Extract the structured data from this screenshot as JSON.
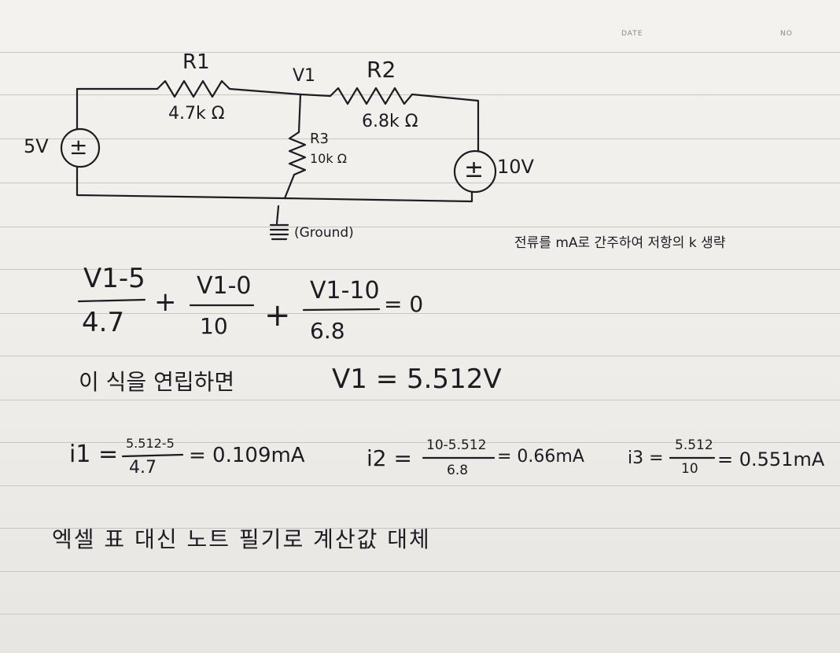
{
  "header": {
    "date_label": "DATE",
    "no_label": "NO"
  },
  "circuit": {
    "r1_label": "R1",
    "r1_value": "4.7k Ω",
    "node_label": "V1",
    "r2_label": "R2",
    "r2_value": "6.8k Ω",
    "r3_label": "R3",
    "r3_value": "10k Ω",
    "source_left_label": "5V",
    "source_left_symbol": "±",
    "source_right_label": "10V",
    "source_right_symbol": "±",
    "ground_label": "(Ground)"
  },
  "side_note": "전류를 mA로 간주하여 저항의 k 생략",
  "equation": {
    "term1_num": "V1-5",
    "term1_den": "4.7",
    "plus1": "+",
    "term2_num": "V1-0",
    "term2_den": "10",
    "plus2": "+",
    "term3_num": "V1-10",
    "term3_den": "6.8",
    "rhs": "= 0"
  },
  "solve_line": {
    "text": "이 식을 연립하면",
    "result": "V1 = 5.512V"
  },
  "currents": [
    {
      "lhs": "i1 =",
      "num": "5.512-5",
      "den": "4.7",
      "result": "= 0.109mA"
    },
    {
      "lhs": "i2 =",
      "num": "10-5.512",
      "den": "6.8",
      "result": "= 0.66mA"
    },
    {
      "lhs": "i3 =",
      "num": "5.512",
      "den": "10",
      "result": "= 0.551mA"
    }
  ],
  "footer_note": "엑셀 표 대신 노트 필기로 계산값 대체",
  "colors": {
    "ink": "#1c1c22",
    "paper": "#f2f0ec",
    "rule": "#c9c5bf"
  }
}
